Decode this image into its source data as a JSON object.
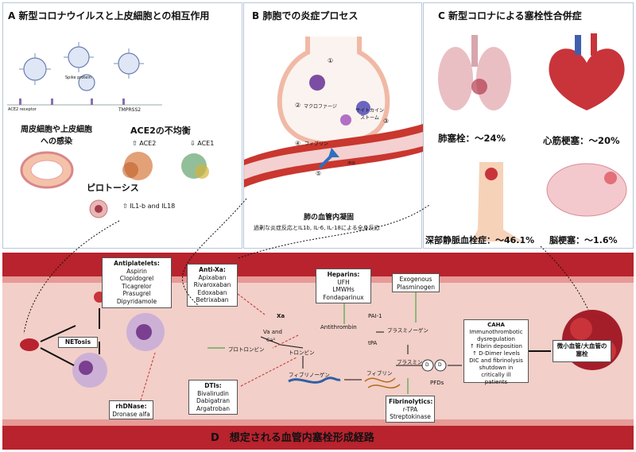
{
  "panel_a": {
    "title": "A 新型コロナウイルスと上皮細胞との相互作用",
    "spike_label": "Spike protein",
    "ace2_receptor": "ACE2 receptor",
    "tmprss2": "TMPRSS2",
    "infection": [
      "周皮細胞や上皮細胞",
      "への感染"
    ],
    "imbalance": "ACE2の不均衡",
    "ace2": "ACE2",
    "ace1": "ACE1",
    "pyroptosis": "ピロトーシス",
    "il": "IL1-b and IL18"
  },
  "panel_b": {
    "title": "B 肺胞での炎症プロセス",
    "macrophage": "マクロファージ",
    "cytokine": [
      "サイトカイン",
      "ストーム"
    ],
    "fibrin": "フィブリン",
    "exudate": "滲出",
    "nums": [
      "①",
      "②",
      "③",
      "④",
      "⑤"
    ],
    "caption1": "肺の血管内凝固",
    "caption2": "過剰な炎症反応とIL1b, IL-6, IL-18による全身反応"
  },
  "panel_c": {
    "title": "C 新型コロナによる塞栓性合併症",
    "lung": "肺塞栓：～24%",
    "mi": "心筋梗塞：～20%",
    "dvt": "深部静脈血栓症：～46.1%",
    "stroke": "脳梗塞：～1.6%"
  },
  "panel_d": {
    "title": "D　想定される血管内塞栓形成経路",
    "antiplatelets": {
      "title": "Antiplatelets:",
      "items": [
        "Aspirin",
        "Clopidogrel",
        "Ticagrelor",
        "Prasugrel",
        "Dipyridamole"
      ]
    },
    "antixa": {
      "title": "Anti-Xa:",
      "items": [
        "Apixaban",
        "Rivaroxaban",
        "Edoxaban",
        "Betrixaban"
      ]
    },
    "heparins": {
      "title": "Heparins:",
      "items": [
        "UFH",
        "LMWHs",
        "Fondaparinux"
      ]
    },
    "plasminogen": {
      "items": [
        "Exogenous",
        "Plasminogen"
      ]
    },
    "netosis": "NETosis",
    "rhdnase": {
      "title": "rhDNase:",
      "items": [
        "Dronase alfa"
      ]
    },
    "dtis": {
      "title": "DTIs:",
      "items": [
        "Bivalirudin",
        "Dabigatran",
        "Argatroban"
      ]
    },
    "fibrinolytics": {
      "title": "Fibrinolytics:",
      "items": [
        "r-TPA",
        "Streptokinase"
      ]
    },
    "caha": {
      "title": "CAHA",
      "items": [
        "Immunothrombotic",
        "dysregulation",
        "↑ Fibrin deposition",
        "↑ D-Dimer levels",
        "DIC and fibrinolysis",
        "shutdown in critically ill",
        "patients"
      ]
    },
    "micro": [
      "微小血管/大血管の",
      "塞栓"
    ],
    "xa": "Xa",
    "va": "Va  and",
    "ca": "Ca²",
    "prothrombin": "プロトロンビン",
    "antithrombin": "Antithrombin",
    "thrombin": "トロンビン",
    "fibrinogen": "フィブリノーゲン",
    "fibrin": "フィブリン",
    "pai": "PAI-1",
    "tpa": "tPA",
    "plasminogen_jp": "プラスミノーゲン",
    "plasmin": "プラスミン",
    "pfds": "PFDs",
    "d": "D"
  }
}
